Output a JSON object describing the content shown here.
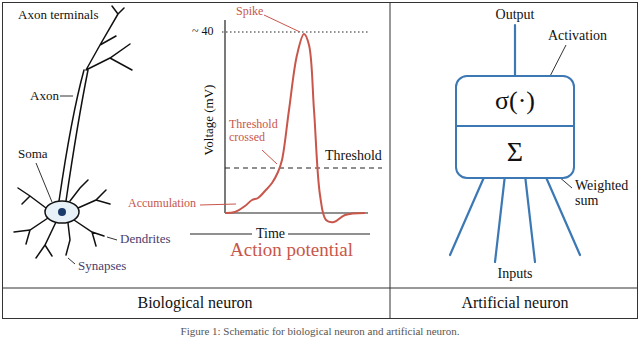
{
  "diagram": {
    "caption": "Figure 1: Schematic for biological neuron and artificial neuron.",
    "nodes": [
      {
        "text": [
          "σ(·)",
          "Σ"
        ]
      }
    ],
    "labels": [
      "Axon terminals",
      "Axon",
      "Soma",
      "Dendrites",
      "Synapses",
      "~ 40",
      "Spike",
      "Threshold crossed",
      "Threshold",
      "Accumulation",
      "Voltage (mV)",
      "Time",
      "Action potential",
      "Output",
      "Activation",
      "Weighted sum",
      "Inputs",
      "Biological neuron",
      "Artificial neuron"
    ]
  }
}
